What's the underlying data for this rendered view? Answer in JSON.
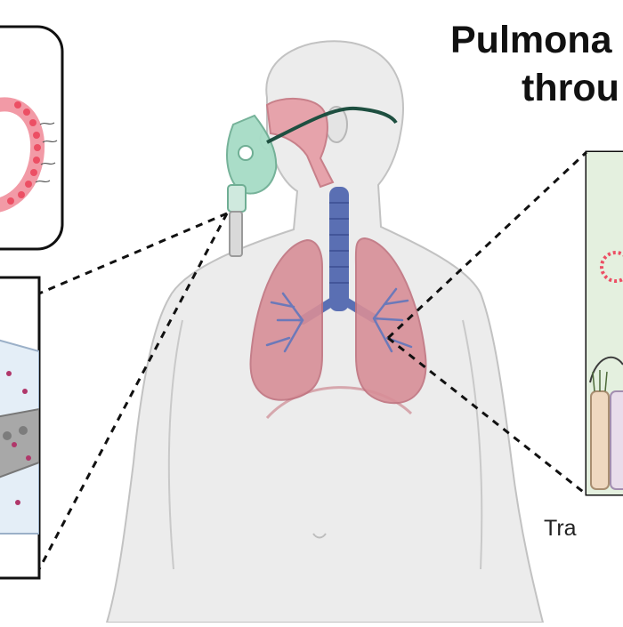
{
  "title": {
    "line1": "Pulmona",
    "line2": "throu"
  },
  "caption": "Tra",
  "colors": {
    "skin": "#ececec",
    "skin_outline": "#b9b9b9",
    "lung": "#d88e97",
    "trachea": "#5a6fb3",
    "airway_upper": "#e6a3ab",
    "mask": "#a6dcc6",
    "mask_strap": "#1e4f40",
    "liposome_head": "#ec4f64",
    "dashed_line": "#111111"
  }
}
